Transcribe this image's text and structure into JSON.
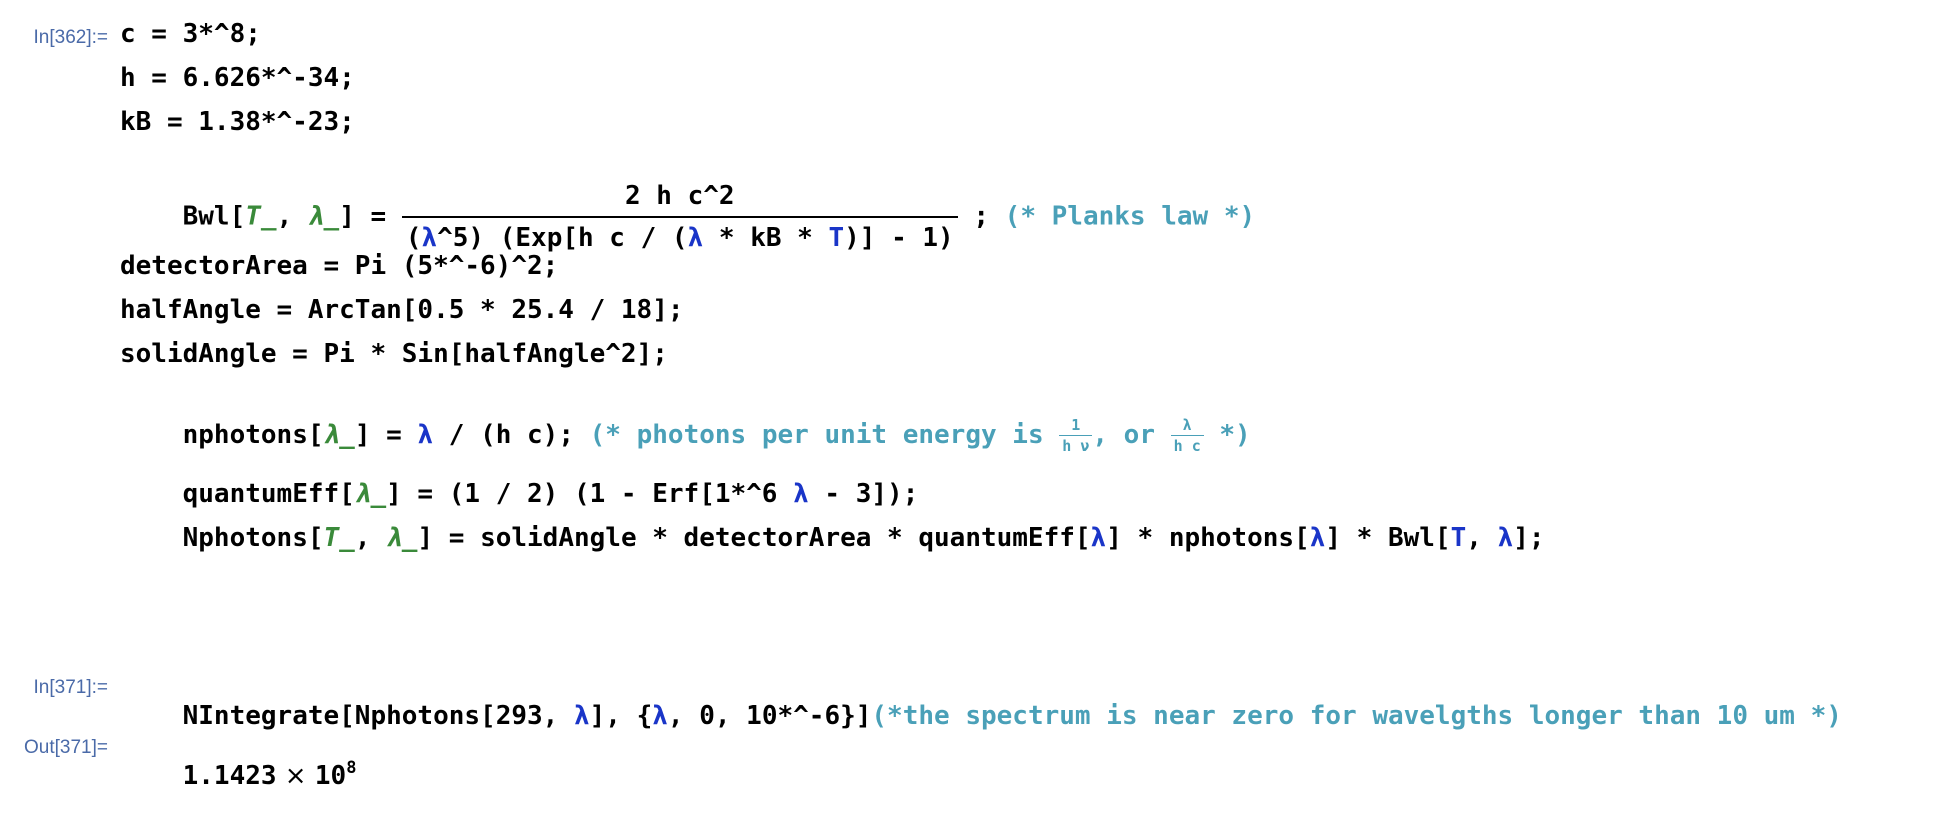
{
  "cells": {
    "in362_label": "In[362]:=",
    "in371_label": "In[371]:=",
    "out371_label": "Out[371]="
  },
  "code": {
    "line_c": "c = 3*^8;",
    "line_h": "h = 6.626*^-34;",
    "line_kb": "kB = 1.38*^-23;",
    "bwl_lhs_name": "Bwl[",
    "bwl_T": "T_",
    "bwl_sep": ", ",
    "bwl_lambda": "λ_",
    "bwl_rhs_eq": "] = ",
    "bwl_num": "2 h c^2",
    "bwl_den_1": "(",
    "bwl_den_lambda1": "λ",
    "bwl_den_2": "^5) (Exp[h c / (",
    "bwl_den_lambda2": "λ",
    "bwl_den_3": " * kB * ",
    "bwl_den_T": "T",
    "bwl_den_4": ")] - 1)",
    "bwl_end": " ; ",
    "bwl_comment": "(* Planks law *)",
    "line_detector": "detectorArea = Pi (5*^-6)^2;",
    "line_half": "halfAngle = ArcTan[0.5 * 25.4 / 18];",
    "line_solid": "solidAngle = Pi * Sin[halfAngle^2];",
    "np_name": "nphotons[",
    "np_lambda": "λ_",
    "np_eq": "] = ",
    "np_rhs_lambda": "λ",
    "np_rhs": " / (h c); ",
    "np_comment_a": "(* photons per unit energy is ",
    "np_frac1_num": "1",
    "np_frac1_den": "h ν",
    "np_comment_b": ", or ",
    "np_frac2_num": "λ",
    "np_frac2_den": "h c",
    "np_comment_c": " *)",
    "qe_name": "quantumEff[",
    "qe_lambda": "λ_",
    "qe_eq": "] = (1 / 2) (1 - Erf[1*^6 ",
    "qe_lambda2": "λ",
    "qe_end": " - 3]);",
    "N_name": "Nphotons[",
    "N_T": "T_",
    "N_sep": ", ",
    "N_lambda": "λ_",
    "N_eq": "] = solidAngle * detectorArea * quantumEff[",
    "N_l1": "λ",
    "N_mid1": "] * nphotons[",
    "N_l2": "λ",
    "N_mid2": "] * Bwl[",
    "N_T2": "T",
    "N_mid3": ", ",
    "N_l3": "λ",
    "N_end": "];",
    "ni_a": "NIntegrate[Nphotons[293, ",
    "ni_l1": "λ",
    "ni_b": "], {",
    "ni_l2": "λ",
    "ni_c": ", 0, 10*^-6}]",
    "ni_comment": "(*the spectrum is near zero for wavelgths longer than 10 um *)",
    "out_mantissa": "1.1423",
    "out_times": " × ",
    "out_base": "10",
    "out_exp": "8"
  },
  "colors": {
    "label": "#4a6aa8",
    "pattern": "#3a8a3a",
    "bound_var": "#1a35c8",
    "comment": "#4aa0b8"
  }
}
